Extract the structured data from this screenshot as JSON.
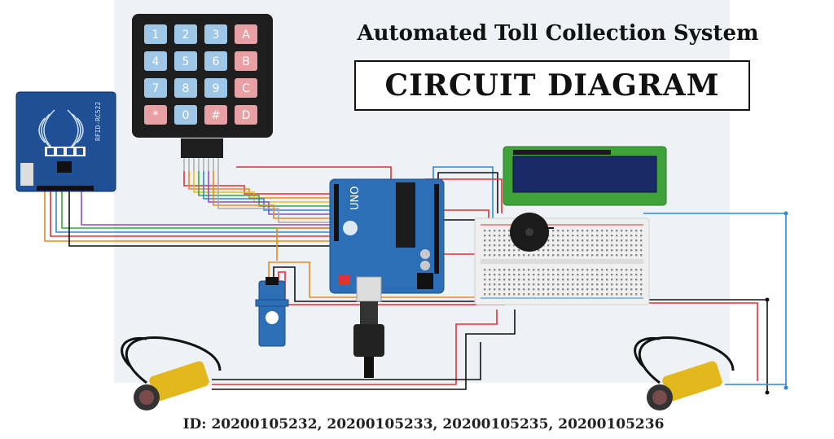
{
  "header": {
    "title": "Automated Toll Collection System",
    "subtitle": "CIRCUIT DIAGRAM"
  },
  "footer": {
    "ids": "ID: 20200105232, 20200105233, 20200105235, 20200105236"
  },
  "keypad": {
    "keys": [
      "1",
      "2",
      "3",
      "A",
      "4",
      "5",
      "6",
      "B",
      "7",
      "8",
      "9",
      "C",
      "*",
      "0",
      "#",
      "D"
    ]
  },
  "rfid": {
    "label": "RFID-RC522"
  },
  "arduino": {
    "label": "UNO"
  },
  "colors": {
    "keypad_body": "#1e1e1e",
    "key_blue": "#9ec7e8",
    "key_red": "#e8a0a4",
    "rfid_board": "#1f4f95",
    "arduino_board": "#2c6fb7",
    "lcd_frame": "#3fa33a",
    "lcd_screen": "#1a2a66",
    "breadboard": "#efefef",
    "sensor_yellow": "#e2b81c"
  }
}
